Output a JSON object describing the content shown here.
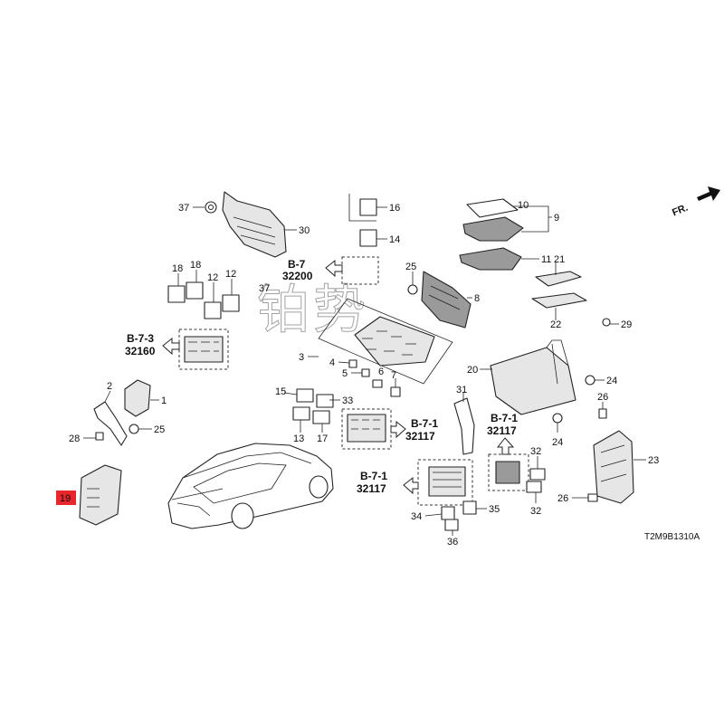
{
  "diagram_code": "T2M9B1310A",
  "direction_label": "FR.",
  "highlighted_part": "19",
  "refs": {
    "b73": {
      "line1": "B-7-3",
      "line2": "32160"
    },
    "b71a": {
      "line1": "B-7-1",
      "line2": "32117"
    },
    "b71b": {
      "line1": "B-7-1",
      "line2": "32117"
    },
    "b71c": {
      "line1": "B-7-1",
      "line2": "32117"
    },
    "b7top": {
      "line1": "B-7",
      "line2": "32200"
    }
  },
  "watermark": "铂势",
  "labels": {
    "p1": "1",
    "p2": "2",
    "p3": "3",
    "p4": "4",
    "p5": "5",
    "p6": "6",
    "p7": "7",
    "p8": "8",
    "p9": "9",
    "p10": "10",
    "p11": "11",
    "p12a": "12",
    "p12b": "12",
    "p13": "13",
    "p14": "14",
    "p15": "15",
    "p16": "16",
    "p17": "17",
    "p18a": "18",
    "p18b": "18",
    "p20": "20",
    "p21": "21",
    "p22": "22",
    "p23": "23",
    "p24a": "24",
    "p24b": "24",
    "p25a": "25",
    "p25b": "25",
    "p26a": "26",
    "p26b": "26",
    "p28": "28",
    "p29": "29",
    "p30": "30",
    "p31": "31",
    "p32a": "32",
    "p32b": "32",
    "p33": "33",
    "p34": "34",
    "p35": "35",
    "p36": "36",
    "p37a": "37",
    "p37b": "37"
  }
}
